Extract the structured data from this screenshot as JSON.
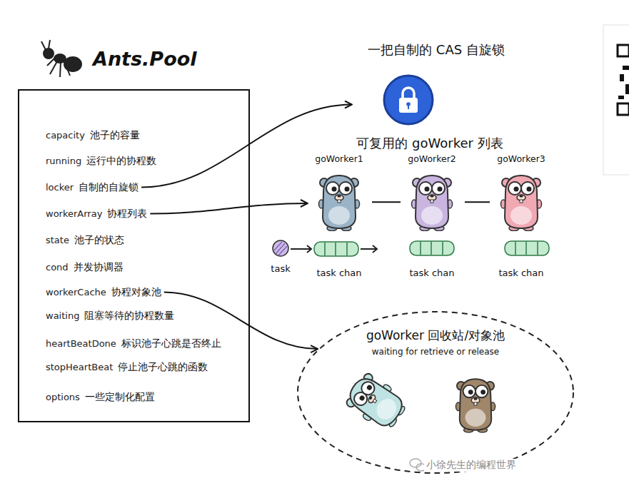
{
  "diagram": {
    "nodes": [
      {
        "text": [
          "Ants.Pool"
        ]
      },
      {
        "text": [
          "capacity",
          "池子的容量"
        ],
        "in": 0
      },
      {
        "text": [
          "running",
          "运行中的协程数"
        ],
        "in": 0
      },
      {
        "text": [
          "locker",
          "自制的自旋锁"
        ],
        "in": 0
      },
      {
        "text": [
          "workerArray",
          "协程列表"
        ],
        "in": 0
      },
      {
        "text": [
          "state",
          "池子的状态"
        ],
        "in": 0
      },
      {
        "text": [
          "cond",
          "并发协调器"
        ],
        "in": 0
      },
      {
        "text": [
          "workerCache",
          "协程对象池"
        ],
        "in": 0
      },
      {
        "text": [
          "waiting",
          "阻塞等待的协程数量"
        ],
        "in": 0
      },
      {
        "text": [
          "heartBeatDone",
          "标识池子心跳是否终止"
        ],
        "in": 0
      },
      {
        "text": [
          "stopHeartBeat",
          "停止池子心跳的函数"
        ],
        "in": 0
      },
      {
        "text": [
          "options",
          "一些定制化配置"
        ],
        "in": 0
      },
      {
        "text": [
          "一把自制的 CAS 自旋锁"
        ]
      },
      {
        "text": [
          "goWorker1",
          "task chan"
        ]
      },
      {
        "text": [
          "goWorker2",
          "task chan"
        ]
      },
      {
        "text": [
          "goWorker3",
          "task chan"
        ]
      },
      {
        "text": [
          "goWorker 回收站/对象池",
          "waiting for retrieve or release"
        ]
      }
    ],
    "edges": [
      {
        "from": 3,
        "to": 12,
        "arrow": "to"
      },
      {
        "from": 4,
        "to": 13,
        "arrow": "to"
      },
      {
        "from": 7,
        "to": 16,
        "arrow": "to"
      },
      {
        "from": 13,
        "to": 14,
        "arrow": "none"
      },
      {
        "from": 14,
        "to": 15,
        "arrow": "none"
      }
    ],
    "labels": [
      "可复用的 goWorker 列表",
      "task",
      "小徐先生的编程世界"
    ]
  }
}
